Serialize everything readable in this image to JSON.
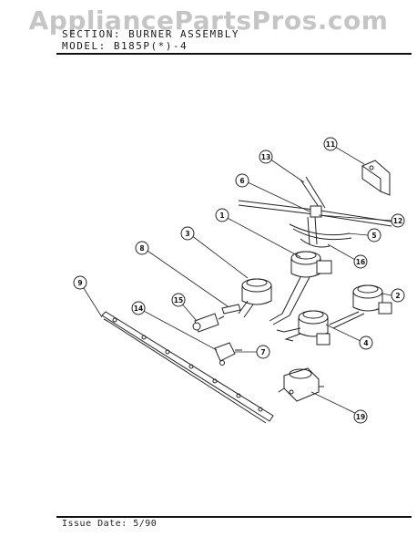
{
  "watermark": "AppliancePartsPros.com",
  "header": {
    "section_line": "SECTION:  BURNER ASSEMBLY",
    "model_line": "MODEL:  B185P(*)-4"
  },
  "footer": {
    "issue_date": "Issue Date: 5/90"
  },
  "callouts": [
    {
      "id": "callout-1",
      "label": "1"
    },
    {
      "id": "callout-2",
      "label": "2"
    },
    {
      "id": "callout-3",
      "label": "3"
    },
    {
      "id": "callout-4",
      "label": "4"
    },
    {
      "id": "callout-5",
      "label": "5"
    },
    {
      "id": "callout-6",
      "label": "6"
    },
    {
      "id": "callout-7",
      "label": "7"
    },
    {
      "id": "callout-8",
      "label": "8"
    },
    {
      "id": "callout-9",
      "label": "9"
    },
    {
      "id": "callout-11",
      "label": "11"
    },
    {
      "id": "callout-12",
      "label": "12"
    },
    {
      "id": "callout-13",
      "label": "13"
    },
    {
      "id": "callout-14",
      "label": "14"
    },
    {
      "id": "callout-15",
      "label": "15"
    },
    {
      "id": "callout-16",
      "label": "16"
    },
    {
      "id": "callout-19",
      "label": "19"
    }
  ]
}
